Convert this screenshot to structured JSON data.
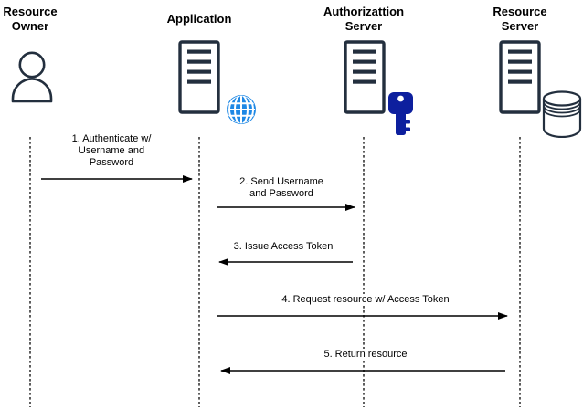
{
  "diagram": {
    "type": "sequence-diagram",
    "actors": [
      {
        "label": "Resource\nOwner",
        "icons": [
          "person-icon"
        ]
      },
      {
        "label": "Application",
        "icons": [
          "server-icon",
          "globe-icon"
        ]
      },
      {
        "label": "Authorizattion\nServer",
        "icons": [
          "server-icon",
          "key-icon"
        ]
      },
      {
        "label": "Resource\nServer",
        "icons": [
          "server-icon",
          "database-icon"
        ]
      }
    ],
    "messages": [
      {
        "label": "1. Authenticate w/\nUsername and\nPassword",
        "from": "Resource Owner",
        "to": "Application",
        "direction": "right"
      },
      {
        "label": "2. Send Username\nand Password",
        "from": "Application",
        "to": "Authorizattion Server",
        "direction": "right"
      },
      {
        "label": "3. Issue Access Token",
        "from": "Authorizattion Server",
        "to": "Application",
        "direction": "left"
      },
      {
        "label": "4. Request resource w/ Access Token",
        "from": "Application",
        "to": "Resource Server",
        "direction": "right"
      },
      {
        "label": "5. Return resource",
        "from": "Resource Server",
        "to": "Application",
        "direction": "left"
      }
    ],
    "colors": {
      "icon_outline": "#232F3E",
      "globe_blue": "#1E88E5",
      "key_navy": "#0D1F9E",
      "line_black": "#000000",
      "background": "#FFFFFF"
    }
  }
}
